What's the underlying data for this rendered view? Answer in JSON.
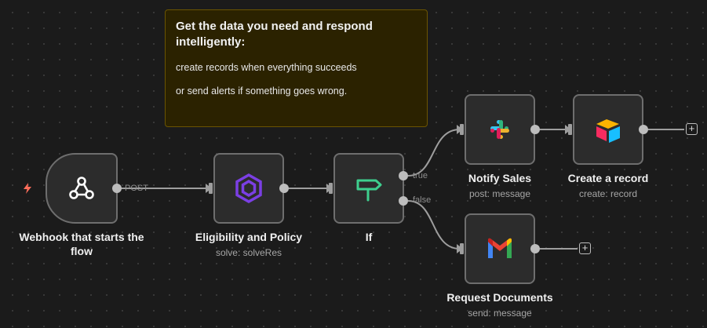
{
  "sticky": {
    "title": "Get the data you need and respond intelligently:",
    "line1": "create records when everything succeeds",
    "line2": "or send alerts if something goes wrong."
  },
  "nodes": {
    "webhook": {
      "label": "Webhook that starts the flow",
      "icon": "webhook-icon"
    },
    "eligibility": {
      "label": "Eligibility and Policy",
      "subtitle": "solve: solveRes",
      "icon": "hexagon-icon"
    },
    "if": {
      "label": "If",
      "icon": "signpost-icon"
    },
    "notify_sales": {
      "label": "Notify Sales",
      "subtitle": "post: message",
      "icon": "slack-icon"
    },
    "create_record": {
      "label": "Create a record",
      "subtitle": "create: record",
      "icon": "airtable-icon"
    },
    "request_docs": {
      "label": "Request Documents",
      "subtitle": "send: message",
      "icon": "gmail-icon"
    }
  },
  "edges": {
    "webhook_out_label": "POST",
    "if_true_label": "true",
    "if_false_label": "false"
  },
  "add_button": {
    "label": "+"
  },
  "colors": {
    "background": "#1b1b1b",
    "node_fill": "#2c2c2c",
    "node_border": "#6e6e6e",
    "sticky_fill": "#2b2200",
    "trigger_bolt": "#ff6d5a",
    "hexagon": "#7b3fe4",
    "signpost": "#3ecf8e"
  }
}
